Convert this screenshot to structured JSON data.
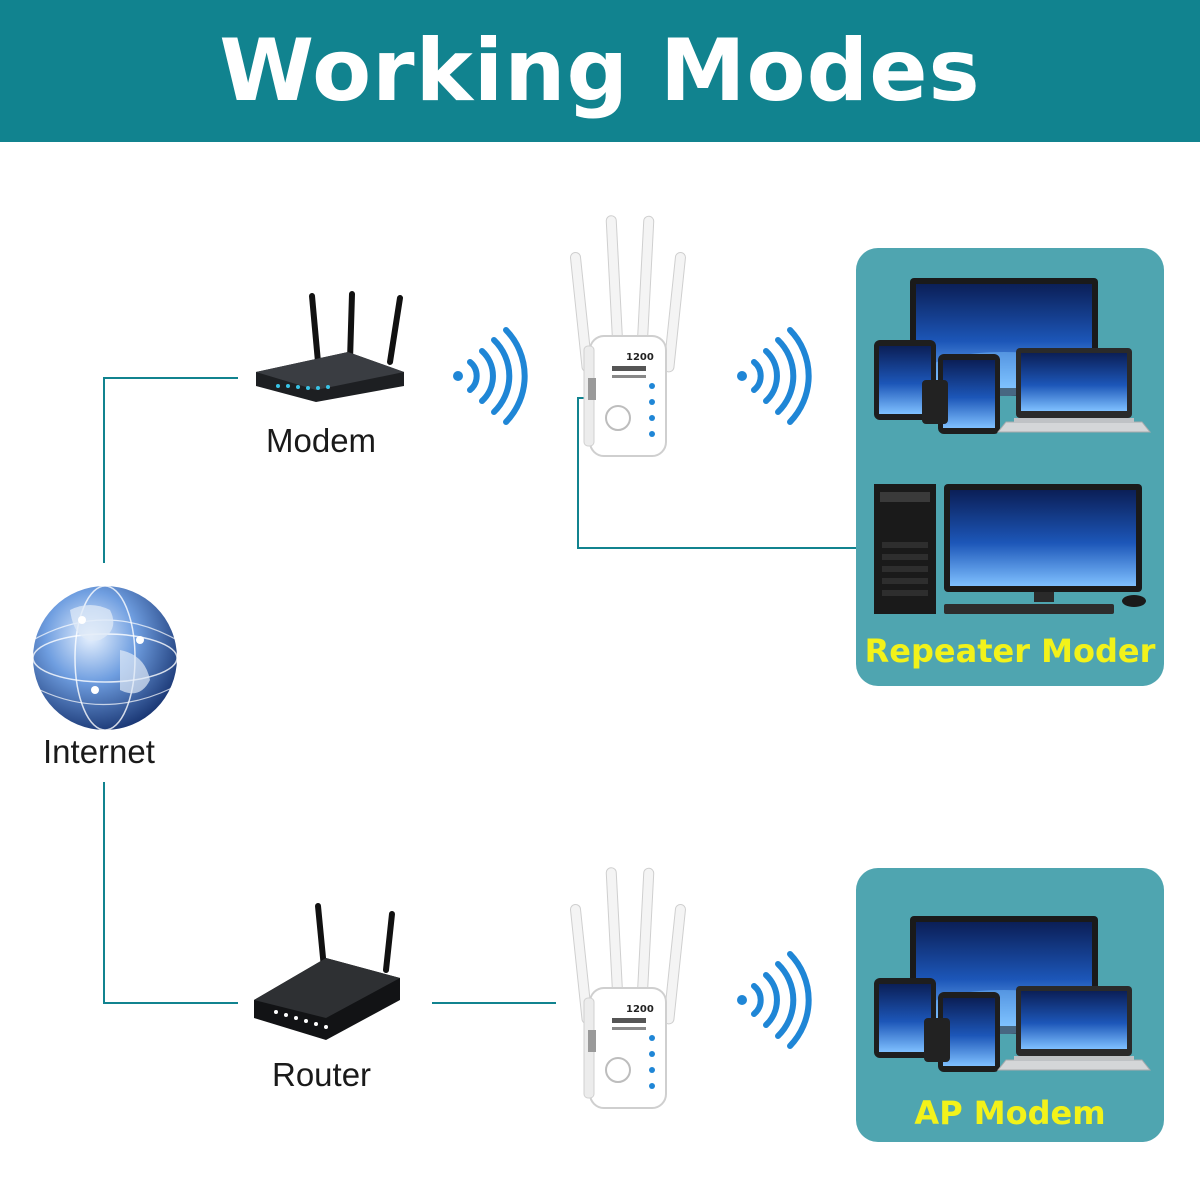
{
  "title": "Working Modes",
  "nodes": {
    "modem": "Modem",
    "router": "Router",
    "internet": "Internet"
  },
  "extender_label": "1200",
  "panels": {
    "repeater": "Repeater Moder",
    "ap": "AP Modem"
  },
  "colors": {
    "banner": "#11838f",
    "panel": "#4fa5b0",
    "caption": "#f2f21a",
    "wifi": "#1f86d6",
    "line": "#11838f"
  }
}
